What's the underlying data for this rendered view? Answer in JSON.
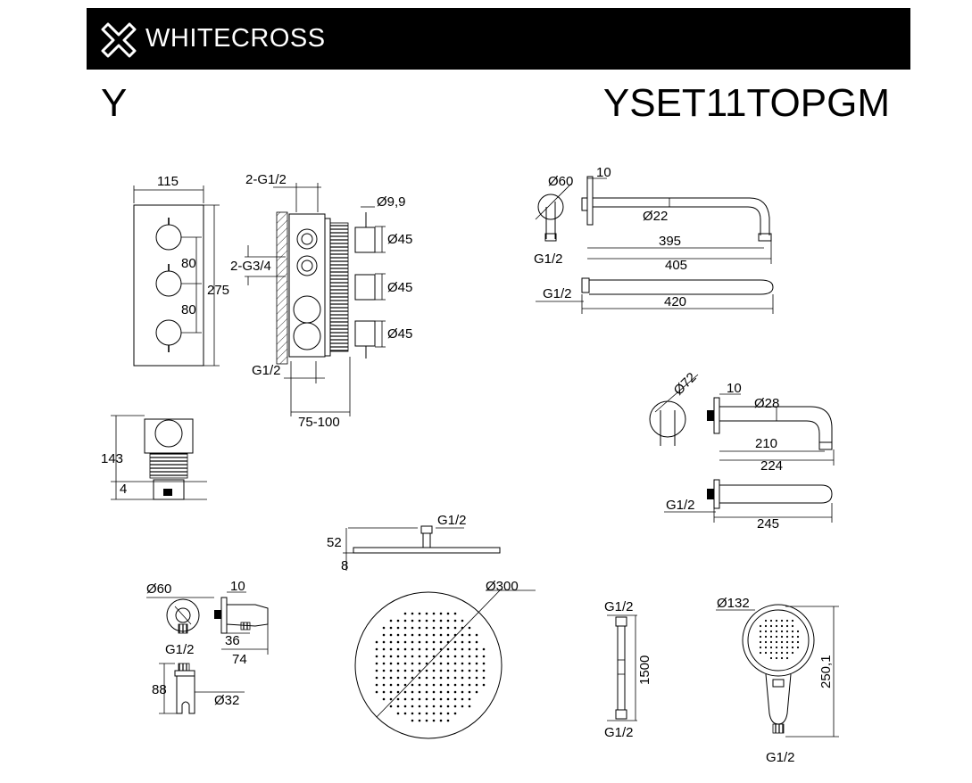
{
  "brand": {
    "name": "WHITECROSS"
  },
  "series": "Y",
  "product_code": "YSET11TOPGM",
  "dimensions": {
    "panel": {
      "width": "115",
      "height": "275",
      "spacing1": "80",
      "spacing2": "80"
    },
    "valve": {
      "outlets": "2-G1/2",
      "inlets": "2-G3/4",
      "rod": "Ø9,9",
      "knob1": "Ø45",
      "knob2": "Ø45",
      "knob3": "Ø45",
      "inlet_bottom": "G1/2",
      "depth": "75-100"
    },
    "box": {
      "height": "143",
      "offset": "4"
    },
    "shower_arm": {
      "flange": "Ø60",
      "flange_depth": "10",
      "pipe": "Ø22",
      "len_a": "395",
      "len_b": "405",
      "thread_a": "G1/2",
      "thread_b": "G1/2",
      "len_c": "420"
    },
    "spout": {
      "flange": "Ø72",
      "flange_depth": "10",
      "pipe": "Ø28",
      "len_a": "210",
      "len_b": "224",
      "thread": "G1/2",
      "len_c": "245"
    },
    "rain_head": {
      "thread": "G1/2",
      "height": "52",
      "thickness": "8",
      "diameter": "Ø300"
    },
    "wall_outlet": {
      "flange": "Ø60",
      "flange_depth": "10",
      "thread": "G1/2",
      "depth_a": "36",
      "depth_b": "74",
      "holder_height": "88",
      "holder_diameter": "Ø32"
    },
    "hose": {
      "thread_top": "G1/2",
      "length": "1500",
      "thread_bottom": "G1/2"
    },
    "hand_shower": {
      "diameter": "Ø132",
      "length": "250,1",
      "thread": "G1/2"
    }
  }
}
